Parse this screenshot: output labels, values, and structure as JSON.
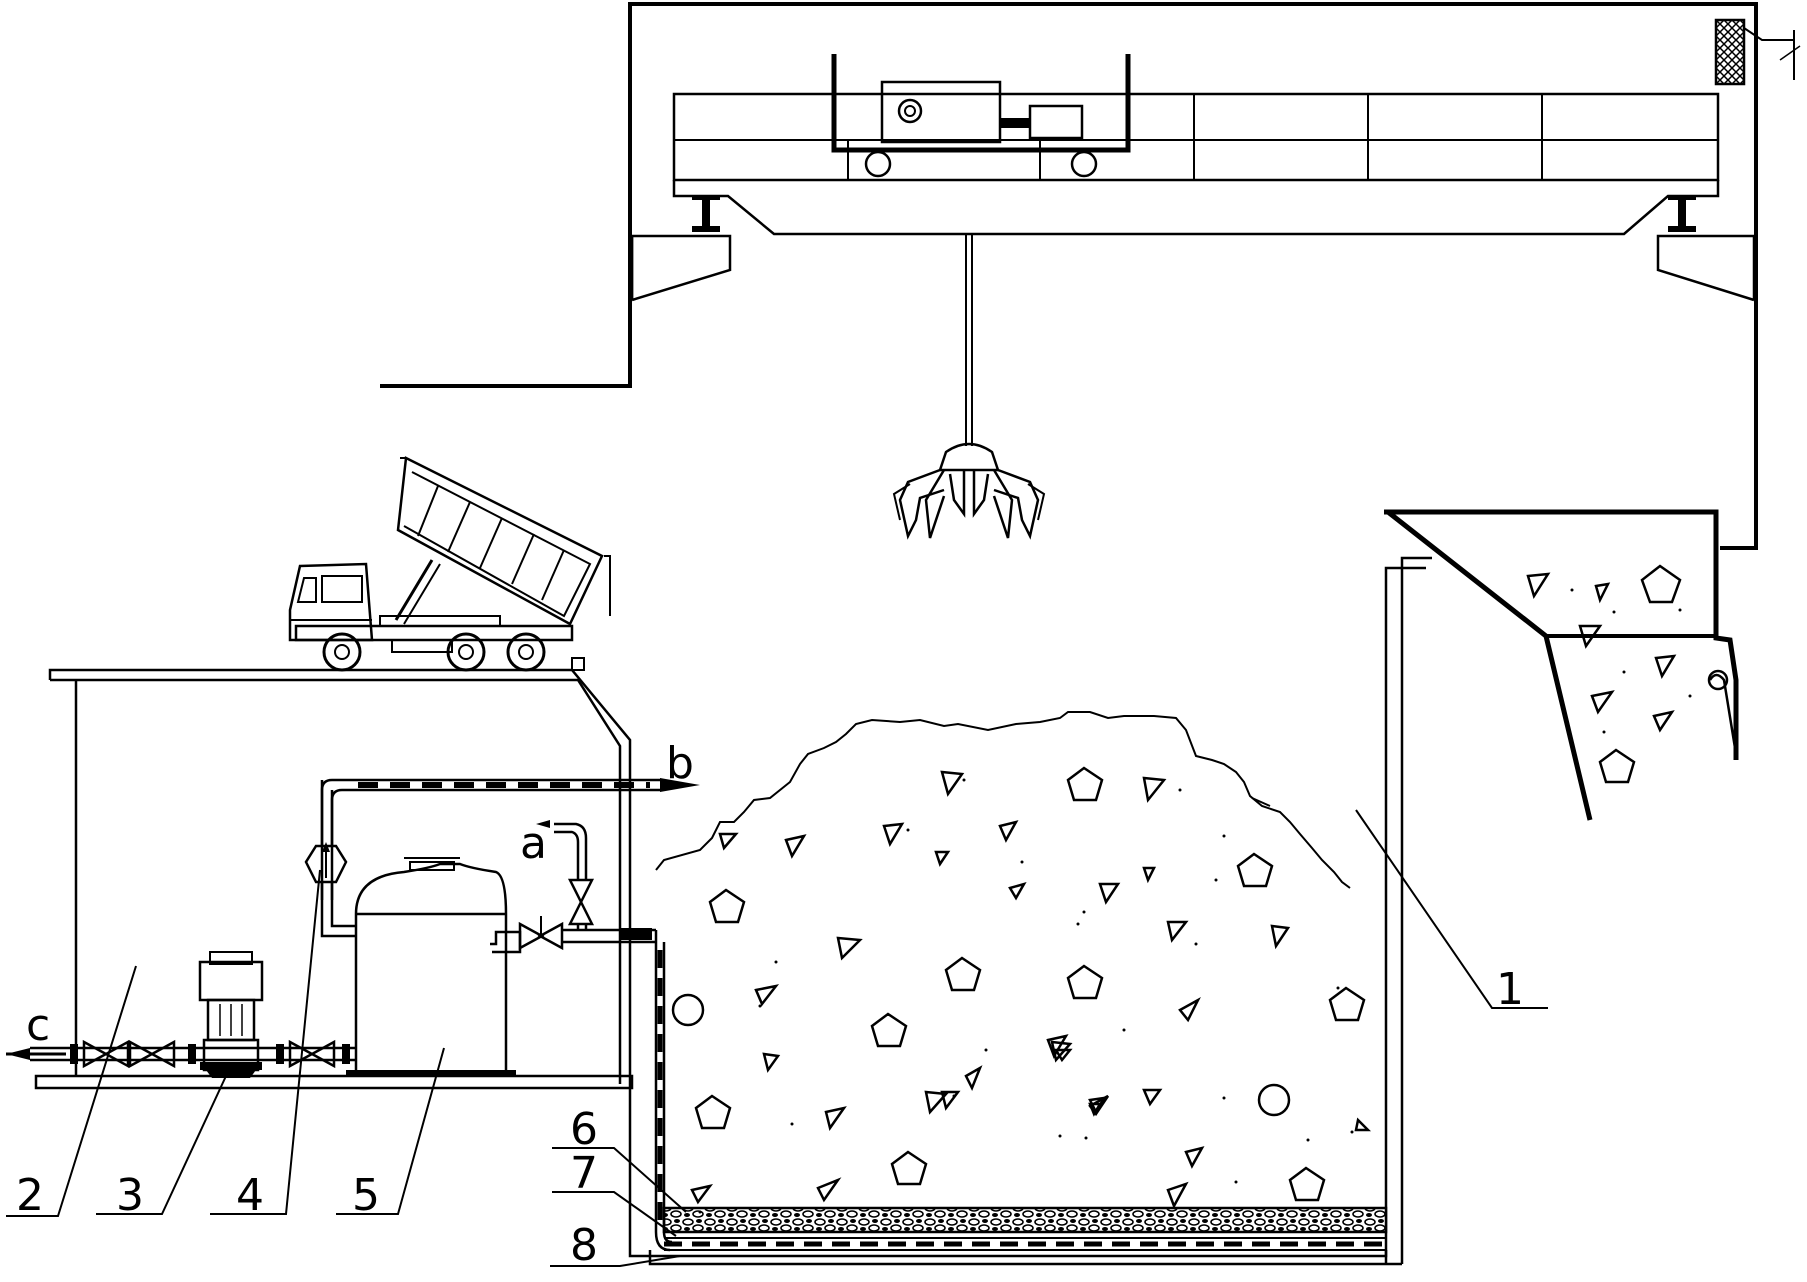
{
  "labels": {
    "l1": "1",
    "l2": "2",
    "l3": "3",
    "l4": "4",
    "l5": "5",
    "l6": "6",
    "l7": "7",
    "l8": "8",
    "la": "a",
    "lb": "b",
    "lc": "c"
  },
  "colors": {
    "line": "#000000",
    "background": "#ffffff"
  },
  "icons": [
    "valve-icon",
    "pump-icon",
    "flowmeter-icon",
    "gear-icon"
  ]
}
